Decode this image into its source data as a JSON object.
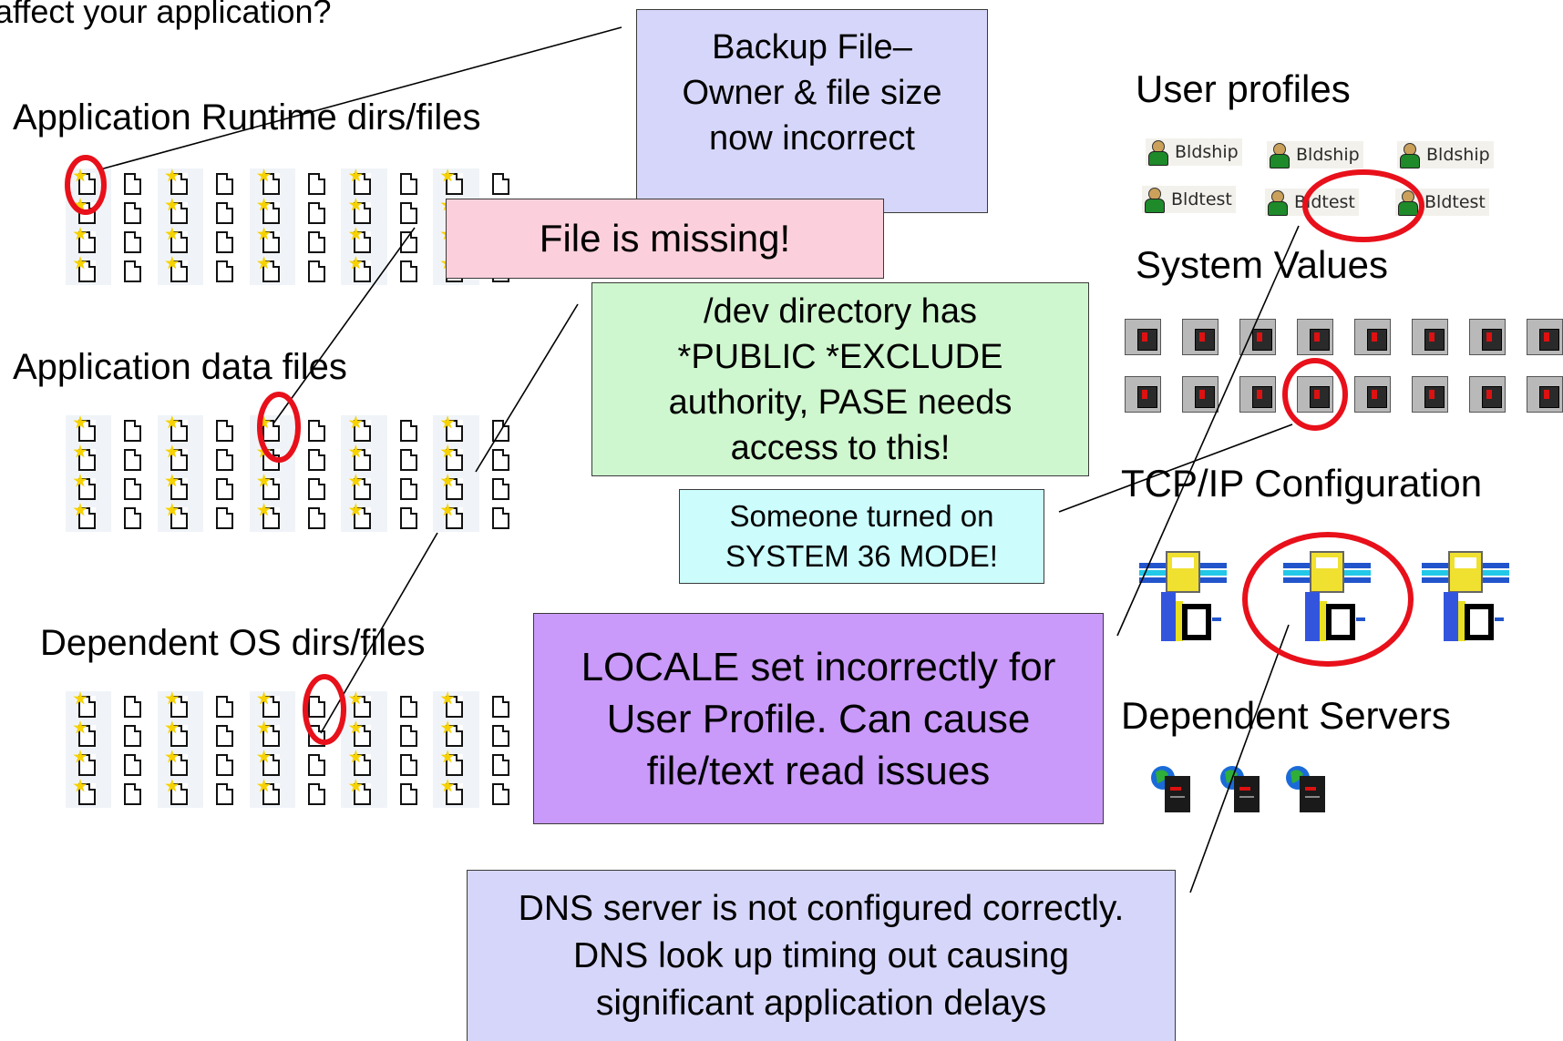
{
  "top_question": "affect your application?",
  "left": {
    "runtime_heading": "Application Runtime dirs/files",
    "data_heading": "Application data files",
    "os_heading": "Dependent OS dirs/files"
  },
  "right": {
    "user_profiles_heading": "User profiles",
    "profiles": [
      "Bldship",
      "Bldship",
      "Bldship",
      "Bldtest",
      "Bldtest",
      "Bldtest"
    ],
    "system_values_heading": "System Values",
    "tcpip_heading": "TCP/IP Configuration",
    "servers_heading": "Dependent Servers"
  },
  "callouts": {
    "backup": "Backup File–\nOwner & file size\nnow incorrect",
    "missing": "File is missing!",
    "dev": "/dev  directory has\n*PUBLIC *EXCLUDE\nauthority, PASE needs\naccess to this!",
    "s36": "Someone turned on\nSYSTEM 36 MODE!",
    "locale": "LOCALE set incorrectly for\nUser Profile. Can cause\nfile/text read issues",
    "dns": "DNS server is not configured correctly.\nDNS look up timing out causing\nsignificant application delays"
  },
  "colors": {
    "backup_fill": "#d6d6fa",
    "missing_fill": "#fbd0dc",
    "dev_fill": "#cff7cf",
    "s36_fill": "#ccfcfc",
    "locale_fill": "#c99af9",
    "dns_fill": "#d6d6fa",
    "highlight_circle": "#e8101a"
  },
  "icons": {
    "file_grid": [
      "new-file-icon",
      "file-icon"
    ],
    "profile": "user-icon",
    "system_value": "system-value-icon",
    "tcpip": "network-line-icon",
    "server": "server-globe-icon"
  }
}
